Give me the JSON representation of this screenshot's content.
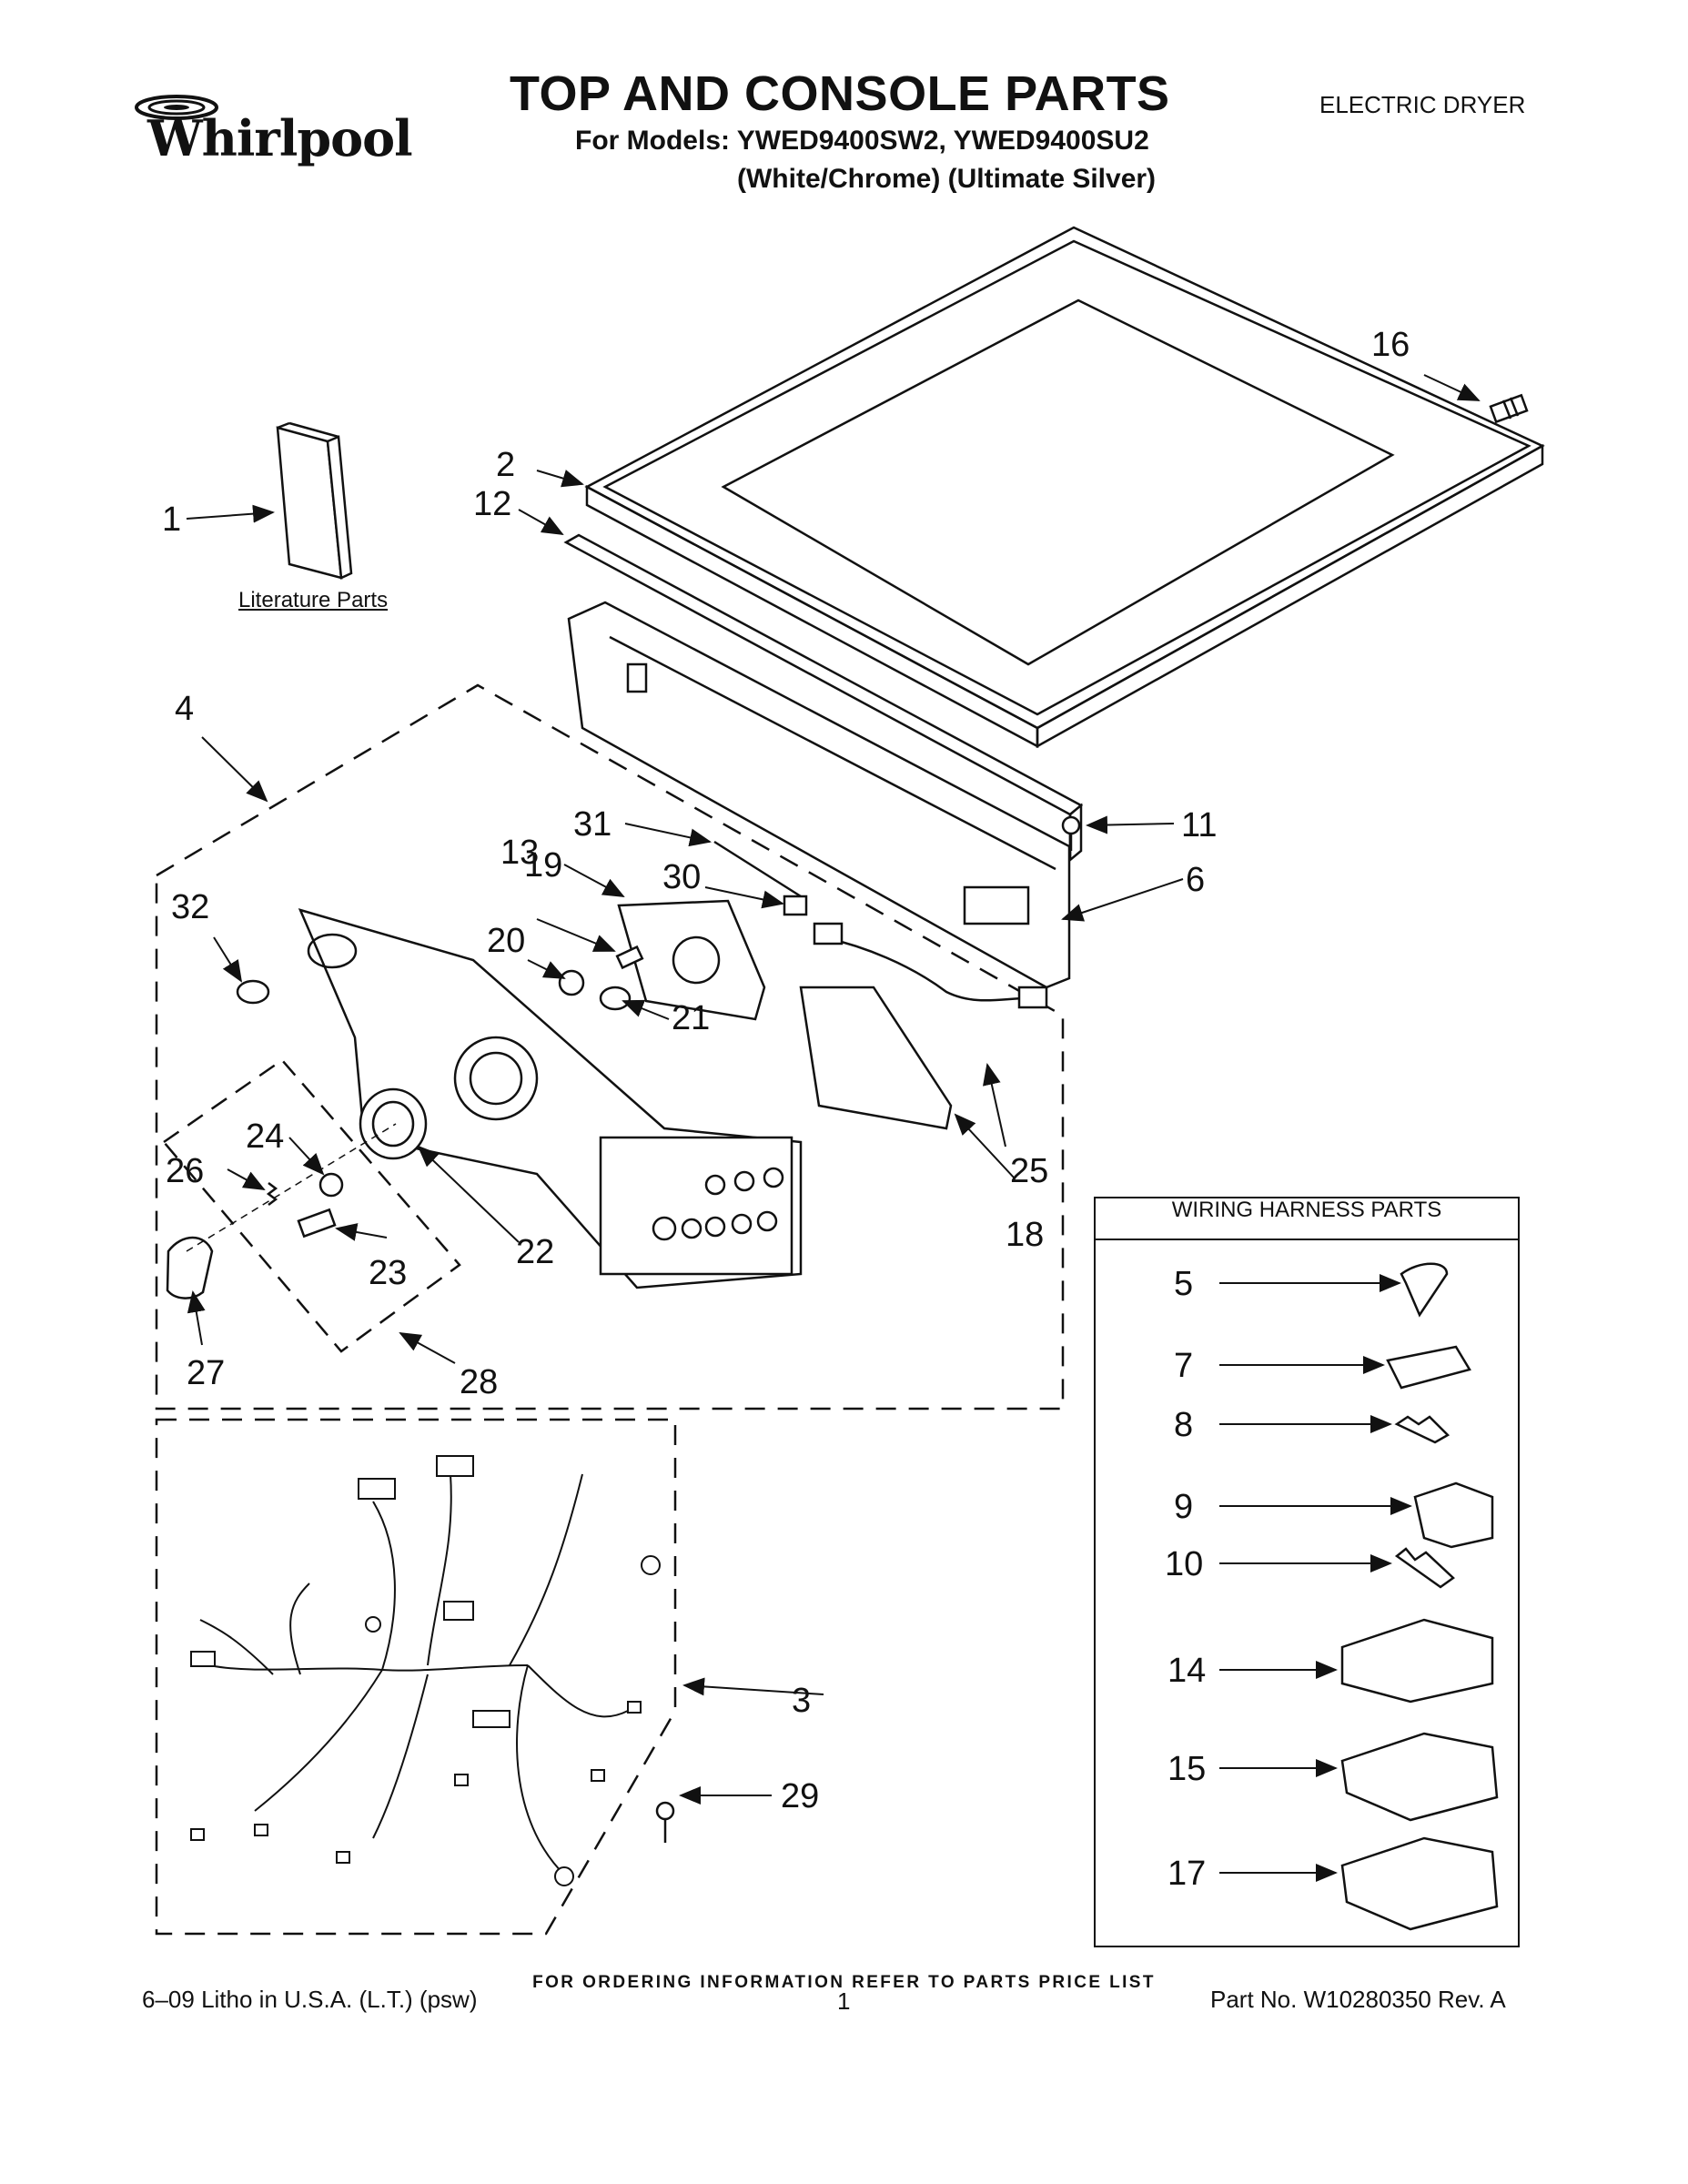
{
  "header": {
    "brand": "Whirlpool",
    "title": "TOP AND CONSOLE PARTS",
    "models": "For Models: YWED9400SW2, YWED9400SU2",
    "colors": "(White/Chrome) (Ultimate Silver)",
    "product": "ELECTRIC DRYER"
  },
  "diagram": {
    "literature_label": "Literature Parts",
    "wiring_box_title": "WIRING HARNESS PARTS",
    "callouts": [
      "1",
      "2",
      "3",
      "4",
      "5",
      "6",
      "7",
      "8",
      "9",
      "10",
      "11",
      "12",
      "13",
      "14",
      "15",
      "16",
      "17",
      "18",
      "19",
      "20",
      "21",
      "22",
      "23",
      "24",
      "25",
      "26",
      "27",
      "28",
      "29",
      "30",
      "31",
      "32"
    ]
  },
  "footer": {
    "order_note": "FOR ORDERING INFORMATION REFER TO PARTS PRICE LIST",
    "litho": "6–09 Litho in U.S.A. (L.T.) (psw)",
    "page": "1",
    "part_no": "Part No. W10280350 Rev. A"
  },
  "colors": {
    "ink": "#111111",
    "background": "#ffffff"
  }
}
